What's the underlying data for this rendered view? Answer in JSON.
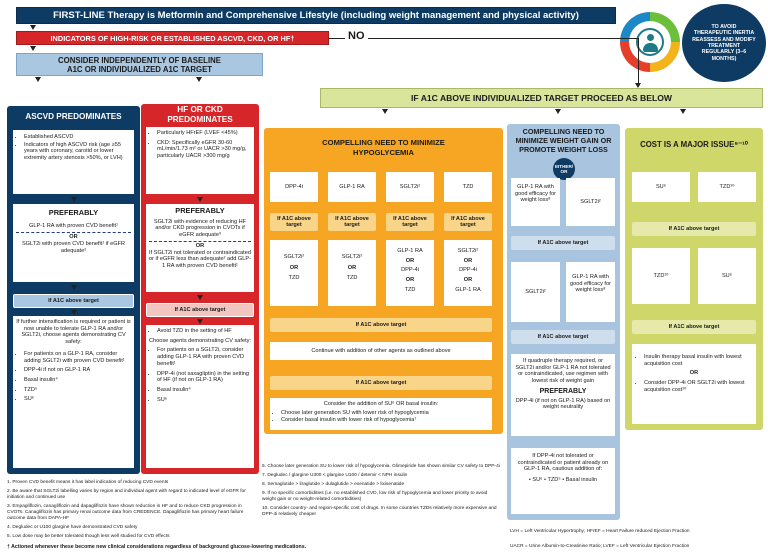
{
  "top": {
    "title": "FIRST-LINE Therapy is Metformin and Comprehensive Lifestyle (including weight management and physical activity)"
  },
  "badge": {
    "text": "TO AVOID THERAPEUTIC INERTIA REASSESS AND MODIFY TREATMENT REGULARLY (3–6 MONTHS)"
  },
  "risk": {
    "title": "INDICATORS OF HIGH-RISK OR ESTABLISHED ASCVD, CKD, OR HF†",
    "no": "NO"
  },
  "consider": {
    "line1": "CONSIDER INDEPENDENTLY OF BASELINE",
    "line2": "A1C OR INDIVIDUALIZED A1C TARGET"
  },
  "ifa1c_main": "IF A1C ABOVE INDIVIDUALIZED TARGET PROCEED AS BELOW",
  "ascvd": {
    "header": "ASCVD PREDOMINATES",
    "bullets": [
      "Established ASCVD",
      "Indicators of high ASCVD risk (age ≥55 years with coronary, carotid or lower extremity artery stenosis >50%, or LVH)"
    ],
    "pref": "PREFERABLY",
    "pref1": "GLP-1 RA with proven CVD benefit¹",
    "or": "OR",
    "pref2": "SGLT2i with proven CVD benefit¹ if eGFR adequate²",
    "ifa1c": "If A1C above target",
    "further": "If further intensification is required or patient is now unable to tolerate GLP-1 RA and/or SGLT2i, choose agents demonstrating CV safety:",
    "list": [
      "For patients on a GLP-1 RA, consider adding SGLT2i with proven CVD benefit¹",
      "DPP-4i if not on GLP-1 RA",
      "Basal insulin⁴",
      "TZD⁵",
      "SU⁶"
    ]
  },
  "hf": {
    "header1": "HF OR CKD",
    "header2": "PREDOMINATES",
    "bullets": [
      "Particularly HFrEF (LVEF <45%)",
      "CKD: Specifically eGFR 30-60 mL/min/1.73 m² or UACR >30 mg/g, particularly UACR >300 mg/g"
    ],
    "pref": "PREFERABLY",
    "pref1": "SGLT2i with evidence of reducing HF and/or CKD progression in CVOTs if eGFR adequate³",
    "or": "OR",
    "pref2": "If SGLT2i not tolerated or contraindicated or if eGFR less than adequate² add GLP-1 RA with proven CVD benefit¹",
    "ifa1c": "If A1C above target",
    "avoid": "Avoid TZD in the setting of HF",
    "choose": "Choose agents demonstrating CV safety:",
    "list": [
      "For patients on a SGLT2i, consider adding GLP-1 RA with proven CVD benefit¹",
      "DPP-4i (not saxagliptin) in the setting of HF (if not on GLP-1 RA)",
      "Basal insulin⁴",
      "SU⁶"
    ]
  },
  "hypo": {
    "header1": "COMPELLING NEED TO MINIMIZE",
    "header2": "HYPOGLYCEMIA",
    "drugs": [
      "DPP-4i",
      "GLP-1 RA",
      "SGLT2i²",
      "TZD"
    ],
    "ifa1c_small": "If A1C above target",
    "second": [
      [
        "SGLT2i²",
        "OR",
        "TZD"
      ],
      [
        "SGLT2i²",
        "OR",
        "TZD"
      ],
      [
        "GLP-1 RA",
        "OR",
        "DPP-4i",
        "OR",
        "TZD"
      ],
      [
        "SGLT2i²",
        "OR",
        "DPP-4i",
        "OR",
        "GLP-1 RA"
      ]
    ],
    "ifa1c": "If A1C above target",
    "continue": "Continue with addition of other agents as outlined above",
    "ifa1c2": "If A1C above target",
    "consider": "Consider the addition of SU⁶ OR basal insulin:",
    "list": [
      "Choose later generation SU with lower risk of hypoglycemia",
      "Consider basal insulin with lower risk of hypoglycemia⁷"
    ]
  },
  "weight": {
    "header": "COMPELLING NEED TO MINIMIZE WEIGHT GAIN OR PROMOTE WEIGHT LOSS",
    "eitheror": "EITHER/ OR",
    "left": "GLP-1 RA with good efficacy for weight loss⁸",
    "right": "SGLT2i²",
    "ifa1c": "If A1C above target",
    "left2": "SGLT2i²",
    "right2": "GLP-1 RA with good efficacy for weight loss⁸",
    "ifa1c2": "If A1C above target",
    "quad": "If quadruple therapy required, or SGLT2i and/or GLP-1 RA not tolerated or contraindicated, use regimen with lowest risk of weight gain",
    "pref": "PREFERABLY",
    "pref1": "DPP-4i (if not on GLP-1 RA) based on weight neutrality",
    "last": "If DPP-4i not tolerated or contraindicated or patient already on GLP-1 RA, cautious addition of:",
    "last2": "• SU⁶  • TZD⁵  • Basal insulin"
  },
  "cost": {
    "header": "COST IS A MAJOR ISSUE⁹⁻¹⁰",
    "su": "SU⁶",
    "tzd": "TZD¹⁰",
    "ifa1c": "If A1C above target",
    "tzd2": "TZD¹⁰",
    "su2": "SU⁶",
    "ifa1c2": "If A1C above target",
    "ins": "Insulin therapy basal insulin with lowest acquisition cost",
    "or": "OR",
    "dpp": "Consider DPP-4i OR SGLT2i with lowest acquisition cost¹⁰"
  },
  "footnotes": {
    "col1": [
      "1. Proven CVD benefit means it has label indication of reducing CVD events",
      "2. Be aware that SGLT2i labelling varies by region and individual agent with regard to indicated level of eGFR for initiation and continued use",
      "3. Empagliflozin, canagliflozin and dapagliflozin have shown reduction in HF and to reduce CKD progression in CVOTs. Canagliflozin has primary renal outcome data from CREDENCE. Dapagliflozin has primary heart failure outcome data from DAPA-HF",
      "4. Degludec or U100 glargine have demonstrated CVD safety",
      "5. Low dose may be better tolerated though less well studied for CVD effects"
    ],
    "col2": [
      "6. Choose later generation SU to lower risk of hypoglycemia. Glimepiride has shown similar CV safety to DPP-4i",
      "7. Degludec / glargine U300 < glargine U100 / detemir < NPH insulin",
      "8. Semaglutide > liraglutide > dulaglutide > exenatide > lixisenatide",
      "9. If no specific comorbidities (i.e. no established CVD, low risk of hypoglycemia and lower priority to avoid weight gain or no weight-related comorbidities)",
      "10. Consider country- and region-specific cost of drugs. In some countries TZDs relatively more expensive and DPP-4i relatively cheaper"
    ],
    "dagger": "† Actioned whenever these become new clinical considerations regardless of background glucose-lowering medications.",
    "abbr1": "LVH = Left Ventricular Hypertrophy; HFrEF = Heart Failure reduced Ejection Fraction",
    "abbr2": "UACR = Urine Albumin-to-Creatinine Ratio; LVEF = Left Ventricular Ejection Fraction"
  },
  "colors": {
    "navy": "#0d3b63",
    "red": "#d7262a",
    "blue": "#a9c7e0",
    "lightgreen": "#d8e59a",
    "orange": "#f6a623",
    "steel": "#a9c4de",
    "olive": "#cfd66a",
    "teal": "#1e7a86"
  }
}
